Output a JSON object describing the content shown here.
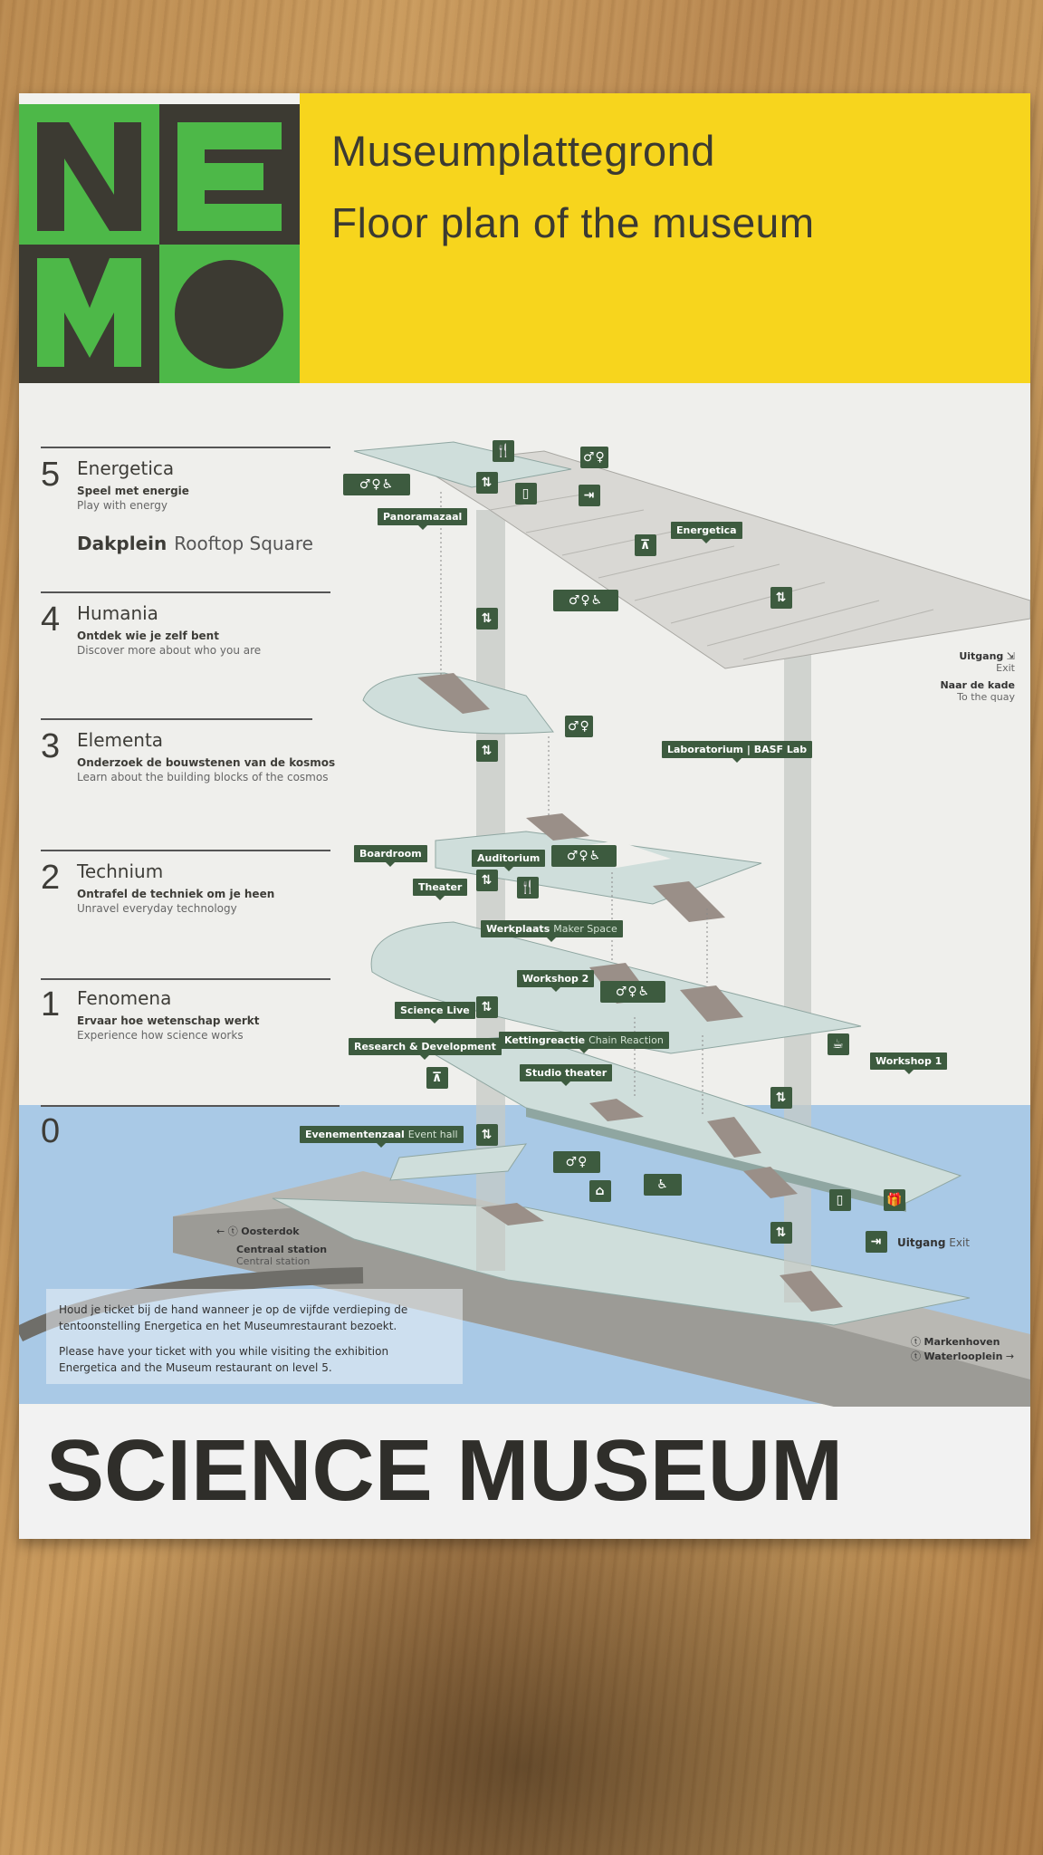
{
  "header": {
    "logo_letters": [
      "N",
      "E",
      "M",
      "O"
    ],
    "title_nl": "Museumplattegrond",
    "title_en": "Floor plan of the museum"
  },
  "levels": [
    {
      "num": "5",
      "name": "Energetica",
      "sub_nl": "Speel met energie",
      "sub_en": "Play with energy"
    },
    {
      "num": "4",
      "name": "Humania",
      "sub_nl": "Ontdek wie je zelf bent",
      "sub_en": "Discover more about who you are"
    },
    {
      "num": "3",
      "name": "Elementa",
      "sub_nl": "Onderzoek de bouwstenen van de kosmos",
      "sub_en": "Learn about the building blocks of the cosmos"
    },
    {
      "num": "2",
      "name": "Technium",
      "sub_nl": "Ontrafel de techniek om je heen",
      "sub_en": "Unravel everyday technology"
    },
    {
      "num": "1",
      "name": "Fenomena",
      "sub_nl": "Ervaar hoe wetenschap werkt",
      "sub_en": "Experience how science works"
    },
    {
      "num": "0",
      "name": "",
      "sub_nl": "",
      "sub_en": ""
    }
  ],
  "rooftop": {
    "nl": "Dakplein",
    "en": "Rooftop Square"
  },
  "tags": {
    "panoramazaal": "Panoramazaal",
    "energetica": "Energetica",
    "lab": "Laboratorium | BASF Lab",
    "boardroom": "Boardroom",
    "auditorium": "Auditorium",
    "theater": "Theater",
    "werkplaats_nl": "Werkplaats",
    "werkplaats_en": "Maker Space",
    "workshop2": "Workshop 2",
    "science_live": "Science Live",
    "rnd": "Research & Development",
    "ketting_nl": "Kettingreactie",
    "ketting_en": "Chain Reaction",
    "studio": "Studio theater",
    "workshop1": "Workshop 1",
    "event_nl": "Evenementenzaal",
    "event_en": "Event hall"
  },
  "exits": {
    "uitgang_nl": "Uitgang",
    "uitgang_en": "Exit",
    "kade_nl": "Naar de kade",
    "kade_en": "To the quay",
    "ground_exit_nl": "Uitgang",
    "ground_exit_en": "Exit"
  },
  "directions": {
    "oosterdok": "Oosterdok",
    "centraal_nl": "Centraal station",
    "centraal_en": "Central station",
    "markenhoven": "Markenhoven",
    "waterlooplein": "Waterlooplein"
  },
  "notice": {
    "nl": "Houd je ticket bij de hand wanneer je op de vijfde verdieping de tentoonstelling Energetica en het Museumrestaurant bezoekt.",
    "en": "Please have your ticket with you while visiting the exhibition Energetica and the Museum restaurant on level 5."
  },
  "footer": "SCIENCE MUSEUM",
  "colors": {
    "green": "#3d5b3f",
    "logo_green": "#4db848",
    "logo_dark": "#3c3a32",
    "yellow": "#f7d51d",
    "water": "#a9c9e6",
    "floor": "#cfdedb"
  }
}
